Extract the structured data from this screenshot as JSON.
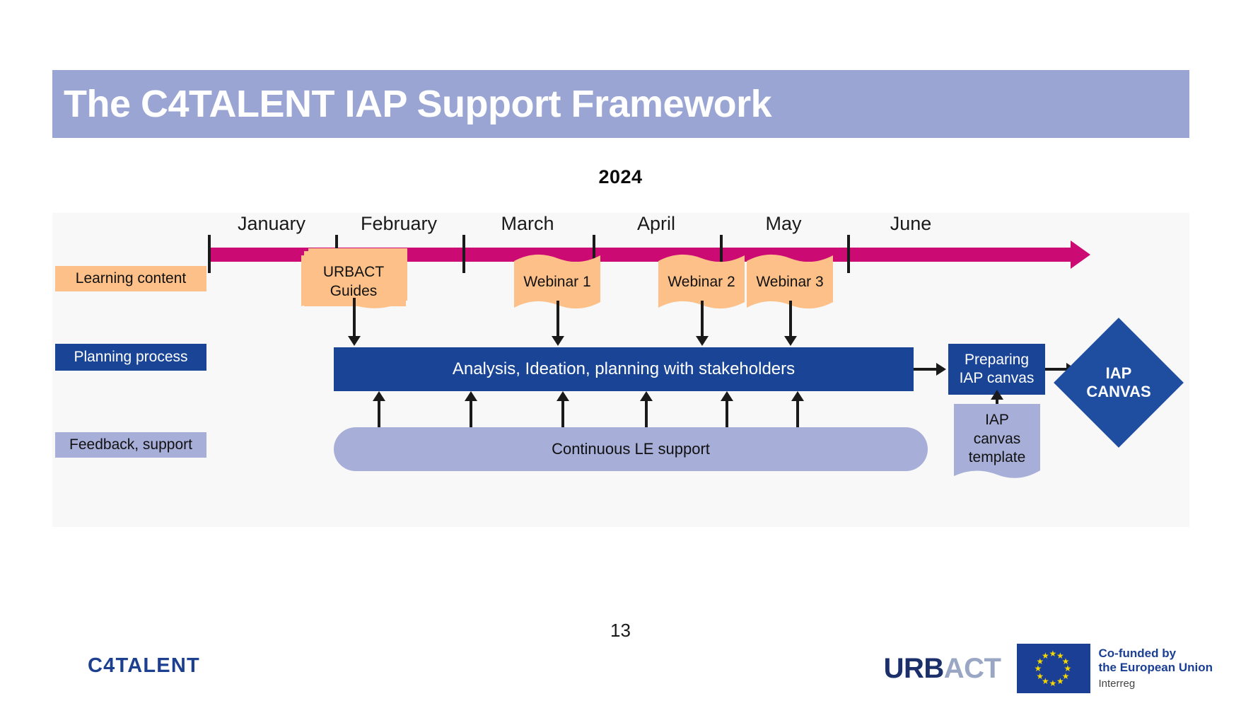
{
  "slide": {
    "title": "The C4TALENT IAP Support Framework",
    "year": "2024",
    "page_number": "13"
  },
  "colors": {
    "title_band": "#9aa5d4",
    "timeline": "#cc0a74",
    "learning_accent": "#fcc088",
    "planning_accent": "#1a4596",
    "feedback_accent": "#a7aed8",
    "diamond": "#1f4ea1",
    "panel_bg": "#f8f8f9",
    "brand_blue": "#1d3f8f"
  },
  "timeline": {
    "months": [
      "January",
      "February",
      "March",
      "April",
      "May",
      "June"
    ]
  },
  "rows": {
    "learning": {
      "label": "Learning content"
    },
    "planning": {
      "label": "Planning process"
    },
    "feedback": {
      "label": "Feedback, support"
    }
  },
  "learning_items": [
    {
      "label": "URBACT Guides",
      "line1": "URBACT",
      "line2": "Guides",
      "shape": "document-stack"
    },
    {
      "label": "Webinar 1",
      "shape": "wavy-flag"
    },
    {
      "label": "Webinar 2",
      "shape": "wavy-flag"
    },
    {
      "label": "Webinar 3",
      "shape": "wavy-flag"
    }
  ],
  "planning_items": {
    "main_bar": "Analysis, Ideation, planning with stakeholders",
    "preparing": {
      "line1": "Preparing",
      "line2": "IAP canvas"
    },
    "outcome": {
      "line1": "IAP",
      "line2": "CANVAS"
    }
  },
  "feedback_items": {
    "support_pill": "Continuous LE support",
    "template_doc": {
      "line1": "IAP",
      "line2": "canvas",
      "line3": "template"
    }
  },
  "footer": {
    "c4talent_logo": "C4TALENT",
    "urbact_logo_part1": "URB",
    "urbact_logo_part2": "ACT",
    "eu_line1": "Co-funded by",
    "eu_line2": "the European Union",
    "eu_sub": "Interreg"
  }
}
